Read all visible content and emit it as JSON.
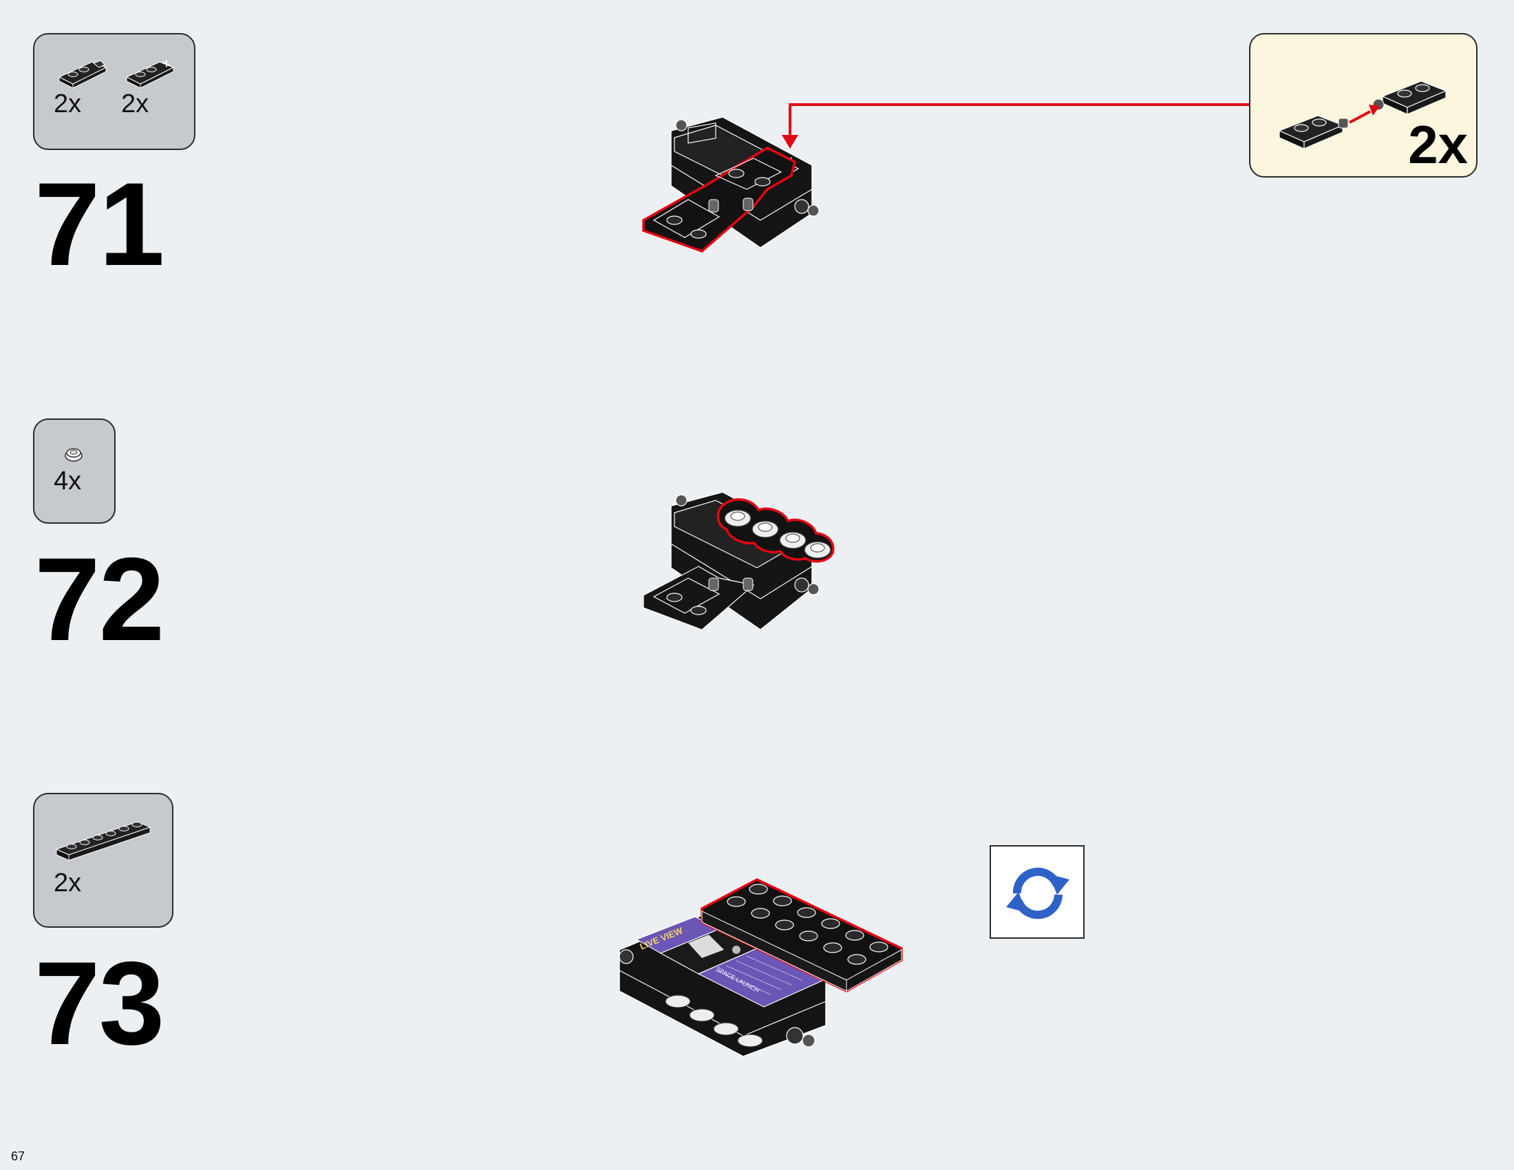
{
  "page": {
    "number": "67"
  },
  "steps": [
    {
      "number": "71",
      "parts": [
        {
          "name": "plate-1x2-with-clip",
          "qty": "2x"
        },
        {
          "name": "plate-1x2-with-bar",
          "qty": "2x"
        }
      ],
      "callout": {
        "qty": "2x"
      }
    },
    {
      "number": "72",
      "parts": [
        {
          "name": "round-plate-1x1-white",
          "qty": "4x"
        }
      ]
    },
    {
      "number": "73",
      "parts": [
        {
          "name": "plate-1x6-black",
          "qty": "2x"
        }
      ],
      "rotate_icon": "rotate-model-icon",
      "printed_tile": {
        "text_1": "LIVE VIEW",
        "text_2": "SPACE LAUNCH"
      }
    }
  ],
  "colors": {
    "background": "#edf0f3",
    "parts_box": "#c6c9cd",
    "callout_box": "#fdf6df",
    "highlight": "#e30613",
    "brick": "#111111",
    "rotate_icon": "#2f62c8",
    "purple_print": "#6b55b5"
  }
}
